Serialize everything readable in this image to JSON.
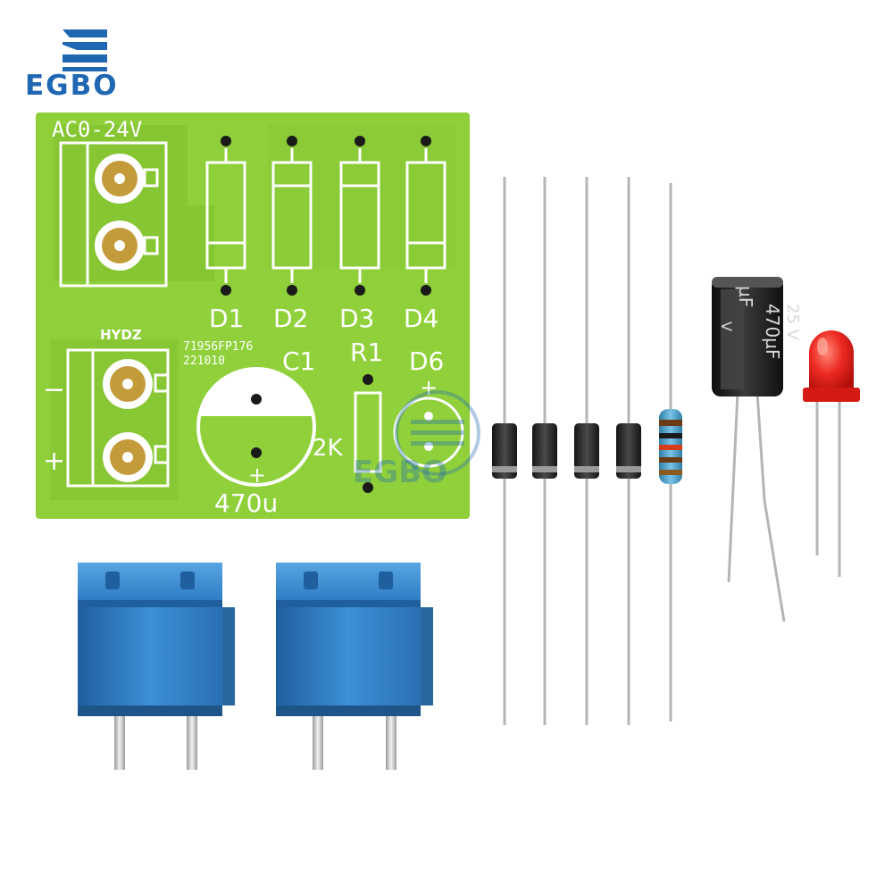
{
  "brand": {
    "name": "EGBO",
    "watermark": "EGBO"
  },
  "pcb": {
    "input_label": "AC0-24V",
    "model_label": "HYDZ",
    "code_line1": "71956FP176",
    "code_line2": "221010",
    "diode_labels": [
      "D1",
      "D2",
      "D3",
      "D4"
    ],
    "resistor_label": "R1",
    "led_label": "D6",
    "capacitor_label": "C1",
    "resistor_value": "2K",
    "capacitor_value": "470u",
    "minus_sign": "−",
    "plus_sign": "+",
    "cap_plus": "+",
    "led_plus": "+"
  },
  "capacitor_part": {
    "label_value": "470µF",
    "label_voltage": "25 V",
    "label_partial": "µF",
    "label_v": "V"
  },
  "colors": {
    "pcb_green": "#8ecf3a",
    "pcb_trace": "#6aab2a",
    "terminal_blue": "#2f7dc4",
    "diode_body": "#2a2a2a",
    "resistor_body": "#4a9ec9",
    "capacitor_body": "#1c1c1c",
    "led_red": "#e8231e",
    "brand_blue": "#1f66b3"
  }
}
